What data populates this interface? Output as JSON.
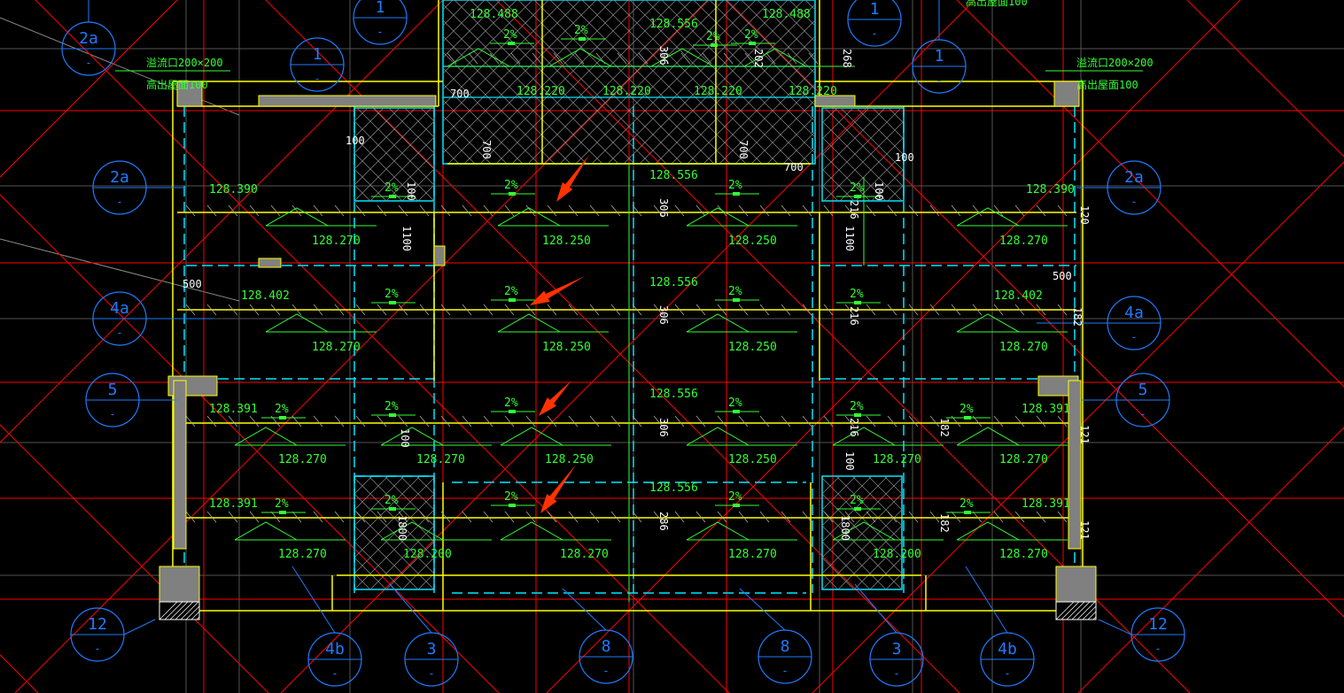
{
  "drawing": {
    "colors": {
      "background": "#000000",
      "axis": "#ff0000",
      "wall": "#ffff00",
      "dashed": "#00e5ff",
      "annotation": "#33ff33",
      "bubble": "#1e7bff",
      "column": "#808080",
      "arrow": "#ff3300"
    },
    "notes": [
      "溢流口200×200",
      "高出屋面100",
      "溢流口200×200",
      "高出屋面100",
      "高出屋面100"
    ],
    "grid_bubbles": [
      "2a",
      "1",
      "1",
      "1",
      "1",
      "2a",
      "2a",
      "4a",
      "4a",
      "5",
      "5",
      "12",
      "12",
      "4b",
      "3",
      "8",
      "8",
      "3",
      "4b"
    ],
    "bubble_sub": "-",
    "elevations": [
      "128.488",
      "128.556",
      "128.488",
      "128.220",
      "128.220",
      "128.220",
      "128.220",
      "128.556",
      "128.390",
      "128.390",
      "128.270",
      "128.250",
      "128.250",
      "128.270",
      "128.556",
      "128.402",
      "128.402",
      "128.270",
      "128.250",
      "128.250",
      "128.270",
      "128.556",
      "128.391",
      "128.391",
      "128.270",
      "128.270",
      "128.250",
      "128.250",
      "128.270",
      "128.270",
      "128.556",
      "128.391",
      "128.391",
      "128.270",
      "128.200",
      "128.270",
      "128.270",
      "128.200",
      "128.270"
    ],
    "slope_label": "2%",
    "dimensions": [
      "700",
      "700",
      "700",
      "700",
      "100",
      "100",
      "1100",
      "1100",
      "500",
      "500",
      "306",
      "306",
      "306",
      "306",
      "286",
      "202",
      "268",
      "216",
      "216",
      "216",
      "120",
      "182",
      "182",
      "182",
      "121",
      "121",
      "100",
      "100",
      "100",
      "100",
      "1800",
      "1800"
    ]
  }
}
